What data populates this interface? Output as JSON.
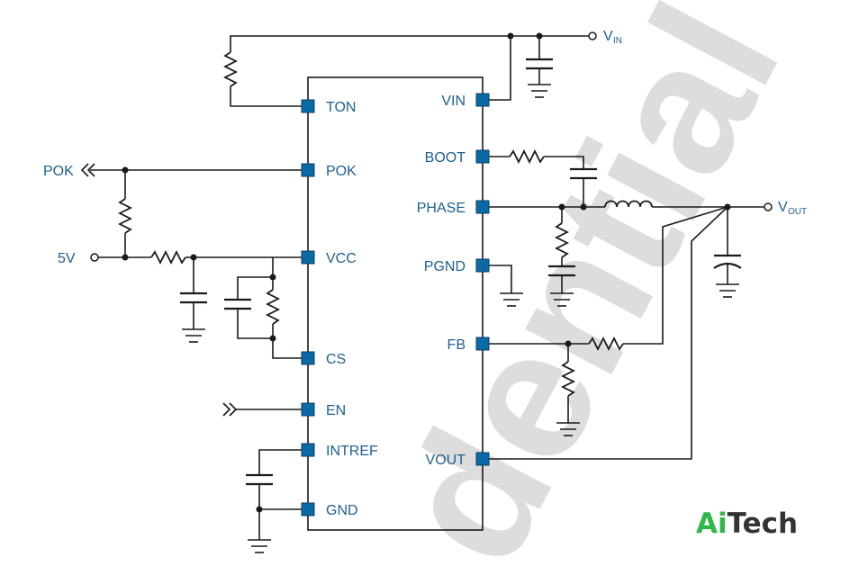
{
  "watermark": "dential",
  "logo": {
    "part1": "Ai",
    "part2": "Tech",
    "color1": "#2fb84a",
    "color2": "#333333"
  },
  "pins_left": {
    "ton": "TON",
    "pok": "POK",
    "vcc": "VCC",
    "cs": "CS",
    "en": "EN",
    "intref": "INTREF",
    "gnd": "GND"
  },
  "pins_right": {
    "vin": "VIN",
    "boot": "BOOT",
    "phase": "PHASE",
    "pgnd": "PGND",
    "fb": "FB",
    "vout": "VOUT"
  },
  "nets": {
    "pok": "POK",
    "five_v": "5V",
    "vin_main": "V",
    "vin_sub": "IN",
    "vout_main": "V",
    "vout_sub": "OUT"
  },
  "colors": {
    "pin": "#0a6aa6",
    "label": "#1f5f8c",
    "watermark": "#cccccc"
  }
}
